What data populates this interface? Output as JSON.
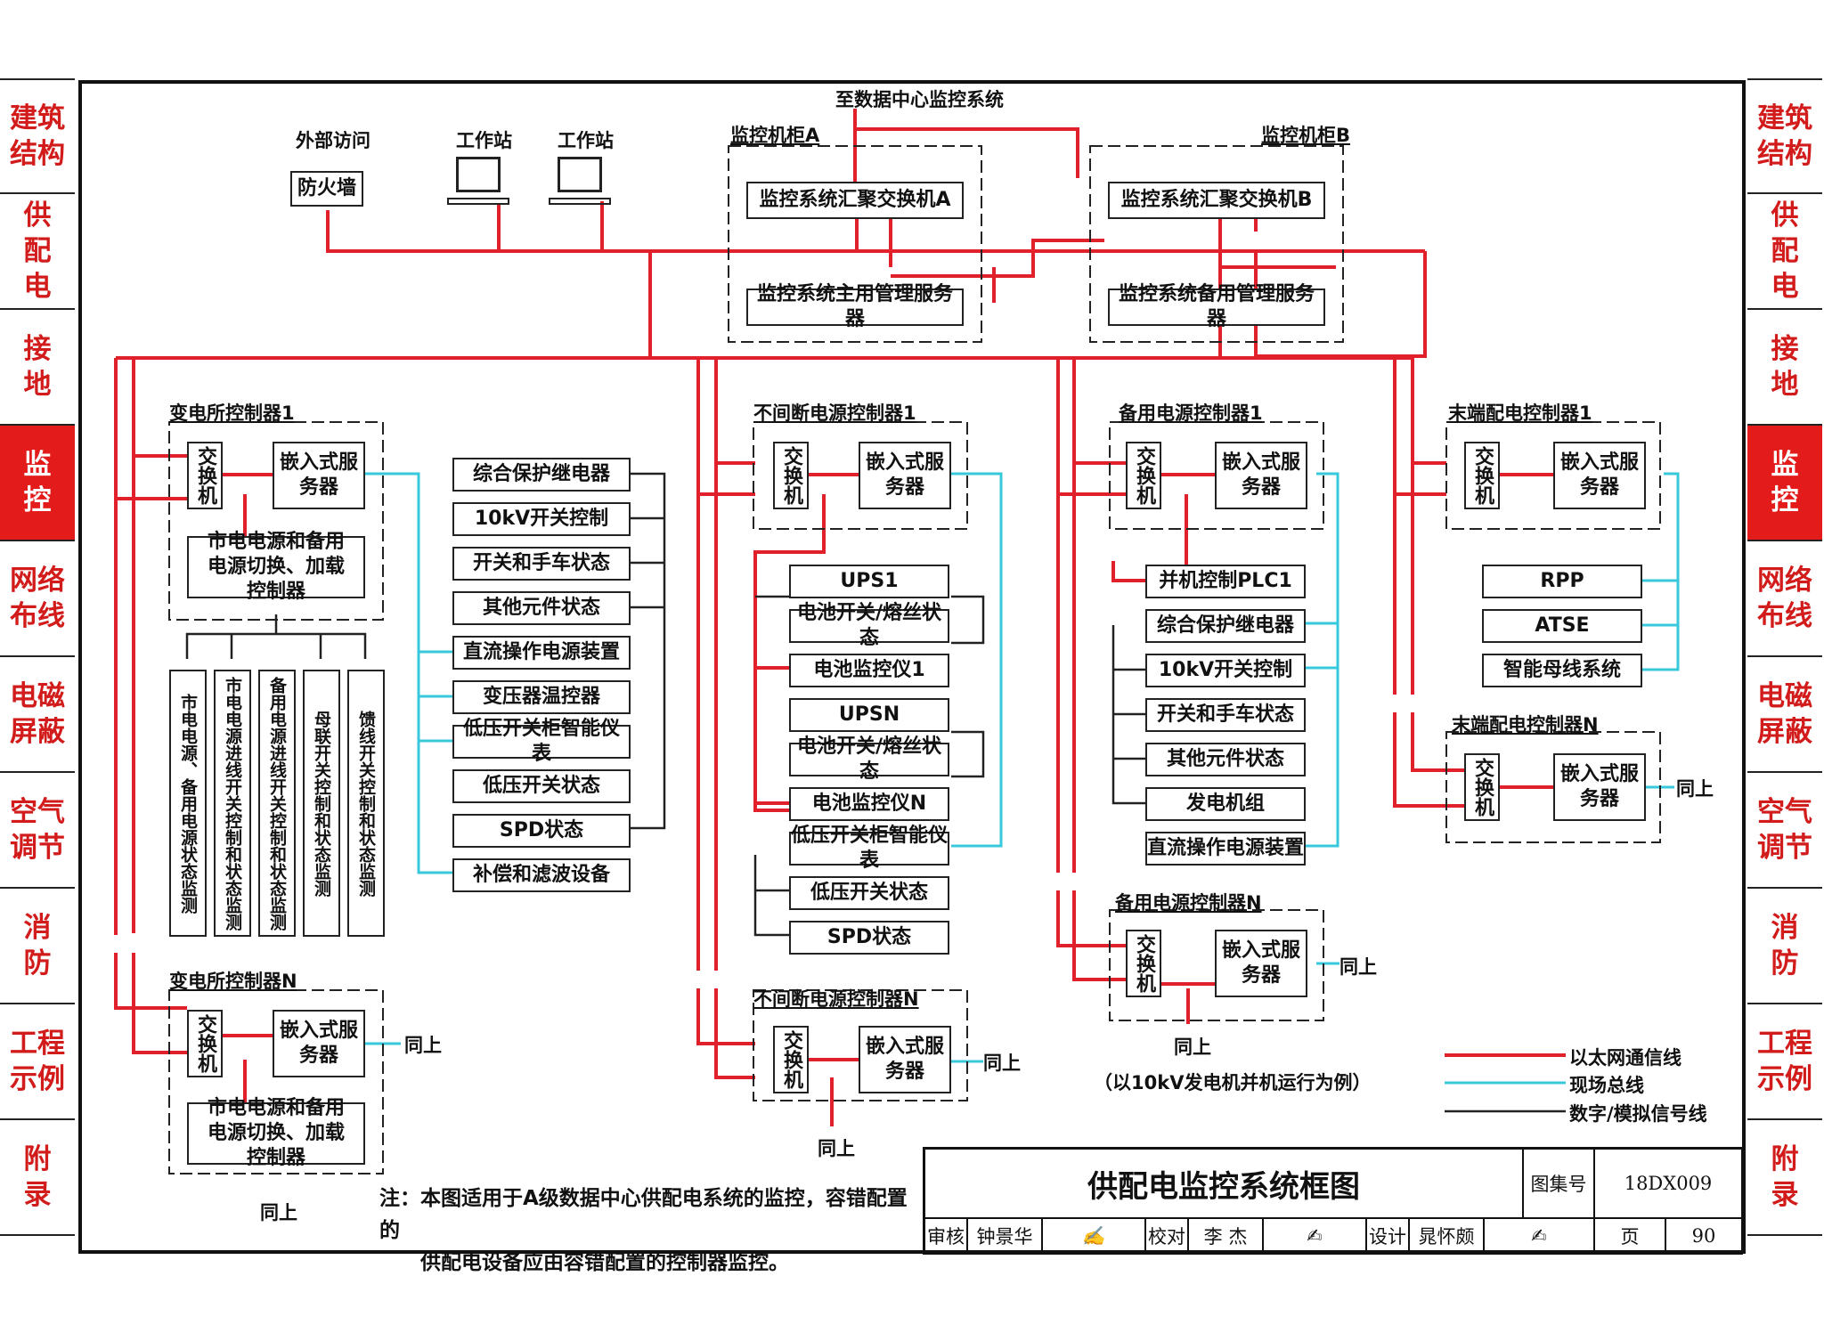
{
  "sidebar_left": [
    {
      "label": "建筑\n结构"
    },
    {
      "label": "供\n配\n电"
    },
    {
      "label": "接\n地"
    },
    {
      "label": "监\n控",
      "active": true
    },
    {
      "label": "网络\n布线"
    },
    {
      "label": "电磁\n屏蔽"
    },
    {
      "label": "空气\n调节"
    },
    {
      "label": "消\n防"
    },
    {
      "label": "工程\n示例"
    },
    {
      "label": "附\n录"
    }
  ],
  "sidebar_right": [
    {
      "label": "建筑\n结构"
    },
    {
      "label": "供\n配\n电"
    },
    {
      "label": "接\n地"
    },
    {
      "label": "监\n控",
      "active": true
    },
    {
      "label": "网络\n布线"
    },
    {
      "label": "电磁\n屏蔽"
    },
    {
      "label": "空气\n调节"
    },
    {
      "label": "消\n防"
    },
    {
      "label": "工程\n示例"
    },
    {
      "label": "附\n录"
    }
  ],
  "top": {
    "to_datacenter": "至数据中心监控系统",
    "external_access": "外部访问",
    "firewall": "防火墙",
    "workstation1": "工作站",
    "workstation2": "工作站",
    "cabinet_a": "监控机柜A",
    "cabinet_b": "监控机柜B",
    "switch_a": "监控系统汇聚交换机A",
    "switch_b": "监控系统汇聚交换机B",
    "server_main": "监控系统主用管理服务器",
    "server_backup": "监控系统备用管理服务器"
  },
  "common": {
    "switch": "交换机",
    "embedded_server": "嵌入式服务器",
    "same_as_above": "同上"
  },
  "substation": {
    "title1": "变电所控制器1",
    "titleN": "变电所控制器N",
    "switch_ctrl": "市电电源和备用电源切换、加载控制器",
    "vertical_items": [
      "市电电源、备用电源状态监测",
      "市电电源进线开关控制和状态监测",
      "备用电源进线开关控制和状态监测",
      "母联开关控制和状态监测",
      "馈线开关控制和状态监测"
    ],
    "right_items": [
      "综合保护继电器",
      "10kV开关控制",
      "开关和手车状态",
      "其他元件状态",
      "直流操作电源装置",
      "变压器温控器",
      "低压开关柜智能仪表",
      "低压开关状态",
      "SPD状态",
      "补偿和滤波设备"
    ]
  },
  "ups": {
    "title1": "不间断电源控制器1",
    "titleN": "不间断电源控制器N",
    "items": [
      "UPS1",
      "电池开关/熔丝状态",
      "电池监控仪1",
      "UPSN",
      "电池开关/熔丝状态",
      "电池监控仪N",
      "低压开关柜智能仪表",
      "低压开关状态",
      "SPD状态"
    ]
  },
  "backup": {
    "title1": "备用电源控制器1",
    "titleN": "备用电源控制器N",
    "items": [
      "并机控制PLC1",
      "综合保护继电器",
      "10kV开关控制",
      "开关和手车状态",
      "其他元件状态",
      "发电机组",
      "直流操作电源装置"
    ],
    "example_note": "（以10kV发电机并机运行为例）"
  },
  "terminal": {
    "title1": "末端配电控制器1",
    "titleN": "末端配电控制器N",
    "items": [
      "RPP",
      "ATSE",
      "智能母线系统"
    ]
  },
  "legend": {
    "ethernet": "以太网通信线",
    "fieldbus": "现场总线",
    "signal": "数字/模拟信号线",
    "colors": {
      "ethernet": "#e0202a",
      "fieldbus": "#38c8dc",
      "signal": "#222222"
    }
  },
  "note": {
    "line1": "注：本图适用于A级数据中心供配电系统的监控，容错配置的",
    "line2": "供配电设备应由容错配置的控制器监控。"
  },
  "title_block": {
    "title": "供配电监控系统框图",
    "atlas_label": "图集号",
    "atlas_no": "18DX009",
    "review_label": "审核",
    "reviewer": "钟景华",
    "check_label": "校对",
    "checker": "李 杰",
    "design_label": "设计",
    "designer": "晁怀颇",
    "page_label": "页",
    "page_no": "90"
  }
}
